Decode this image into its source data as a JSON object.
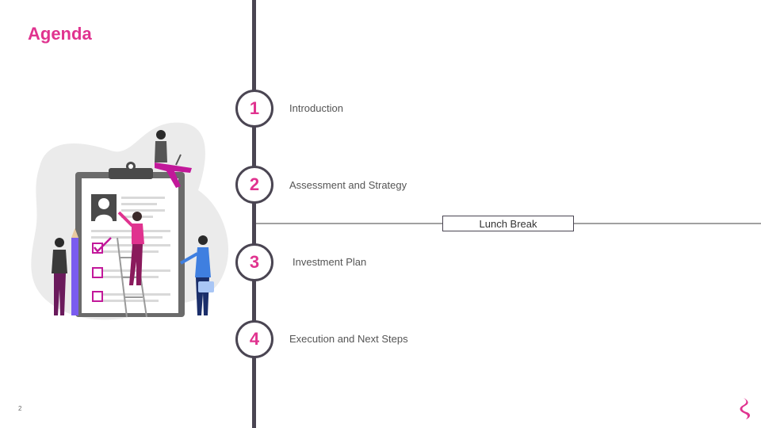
{
  "slide": {
    "title": "Agenda",
    "page_number": "2",
    "accent_color": "#e0338f",
    "timeline_color": "#4a4552"
  },
  "agenda": {
    "steps": [
      {
        "number": "1",
        "label": "Introduction"
      },
      {
        "number": "2",
        "label": "Assessment and Strategy"
      },
      {
        "number": "3",
        "label": "Investment Plan"
      },
      {
        "number": "4",
        "label": "Execution and Next Steps"
      }
    ],
    "break_label": "Lunch Break"
  },
  "illustration": {
    "icon": "clipboard-checklist-people-illustration"
  },
  "logo": {
    "icon": "brand-logo-icon"
  }
}
